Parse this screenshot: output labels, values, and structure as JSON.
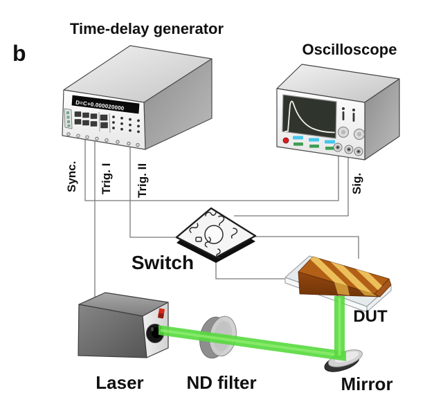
{
  "figure_label": "b",
  "components": {
    "time_delay_generator": {
      "label": "Time-delay generator",
      "display": "D=C+0.000020000"
    },
    "oscilloscope": {
      "label": "Oscilloscope"
    },
    "switch": {
      "label": "Switch"
    },
    "dut": {
      "label": "DUT"
    },
    "laser": {
      "label": "Laser"
    },
    "nd_filter": {
      "label": "ND filter"
    },
    "mirror": {
      "label": "Mirror"
    }
  },
  "wires": {
    "sync": {
      "label": "Sync."
    },
    "trig_i": {
      "label": "Trig. I"
    },
    "trig_ii": {
      "label": "Trig. II"
    },
    "sig": {
      "label": "Sig."
    }
  },
  "colors": {
    "wire": "#787878",
    "beam": "#57d93e",
    "beam_core": "#93f070",
    "gold": "#b26016",
    "gold_light": "#ecbf5a",
    "screen_trace": "#f2f2ec",
    "led_red": "#d92718"
  }
}
